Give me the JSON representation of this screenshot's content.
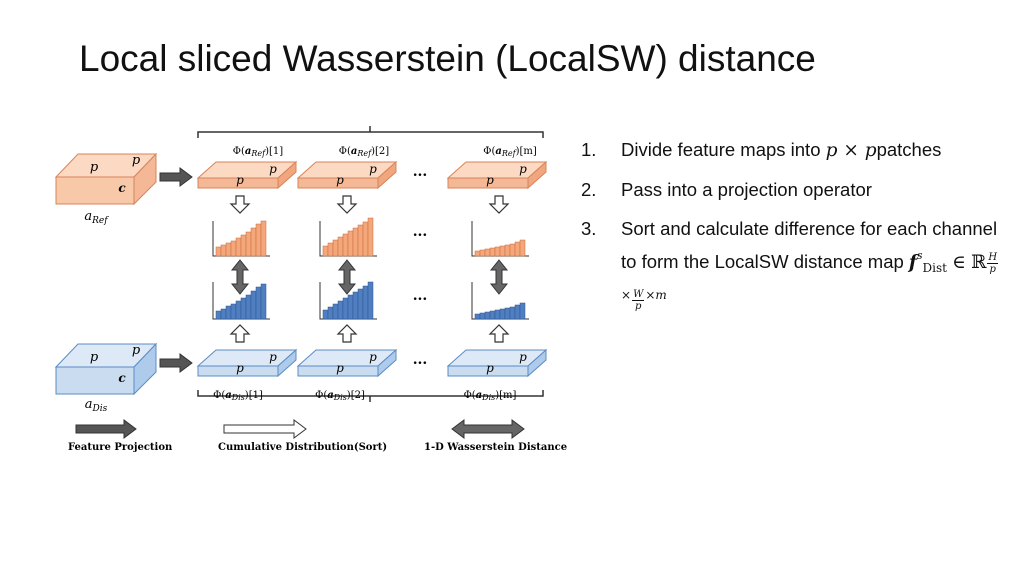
{
  "title": "Local sliced Wasserstein (LocalSW) distance",
  "diagram": {
    "ref_tensor_label": "a_Ref",
    "dis_tensor_label": "a_Dis",
    "tensor_face_labels": [
      "p",
      "p",
      "c"
    ],
    "patch_label": "p",
    "top_patch_labels": [
      "Φ(a_Ref)[1]",
      "Φ(a_Ref)[2]",
      "Φ(a_Ref)[m]"
    ],
    "bottom_patch_labels": [
      "Φ(a_Dis)[1]",
      "Φ(a_Dis)[2]",
      "Φ(a_Dis)[m]"
    ],
    "ellipsis": "...",
    "legend": {
      "feature_projection": "Feature Projection",
      "cumulative_distribution": "Cumulative Distribution(Sort)",
      "wasserstein_distance": "1-D Wasserstein Distance"
    },
    "colors": {
      "ref_fill": "#f7c9a8",
      "ref_stroke": "#d9845a",
      "dis_fill": "#c9dcf0",
      "dis_stroke": "#5b8cc4",
      "ref_bar": "#f4a77a",
      "dis_bar": "#4f7fc0"
    }
  },
  "steps": {
    "s1": {
      "num": "1.",
      "text_before": "Divide feature maps into ",
      "math": "p × p",
      "text_after": "patches"
    },
    "s2": {
      "num": "2.",
      "text": "Pass into a projection operator"
    },
    "s3": {
      "num": "3.",
      "text": "Sort and calculate difference for each channel to form the LocalSW distance map",
      "f": "f",
      "f_sup": "s",
      "f_sub": "Dist",
      "in": "∈",
      "R": "ℝ",
      "frac1_num": "H",
      "frac1_den": "p",
      "frac2_num": "W",
      "frac2_den": "p",
      "times": "×",
      "m": "m"
    }
  }
}
